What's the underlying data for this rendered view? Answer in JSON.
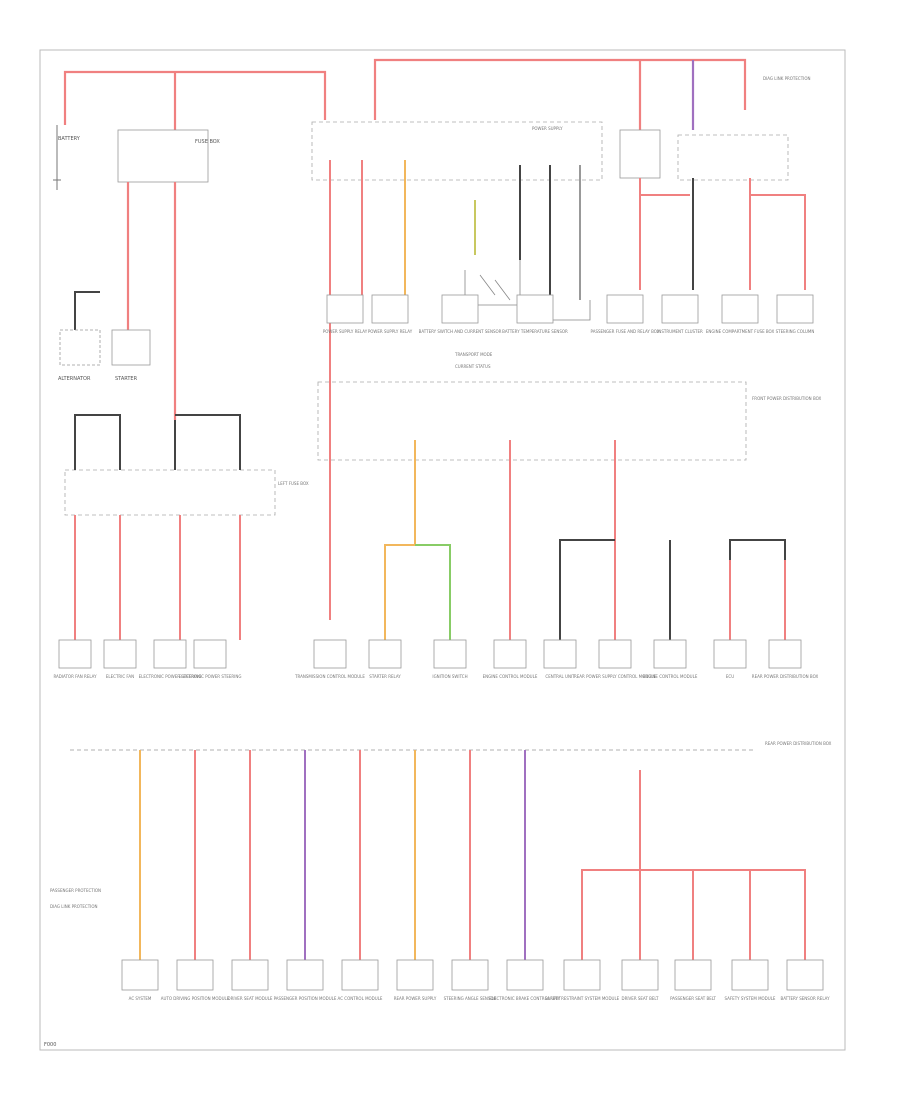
{
  "diagram": {
    "footer_code": "F000",
    "colors": {
      "red": "#f08080",
      "dark": "#444444",
      "orange": "#f2b75c",
      "purple": "#a070c0",
      "green": "#88cc66",
      "grey": "#999999"
    },
    "top": {
      "battery_label": "BATTERY",
      "fuse_box_label": "FUSE BOX",
      "alternator_label": "ALTERNATOR",
      "starter_label": "STARTER",
      "power_bus_label": "POWER SUPPLY",
      "right_note": "DIAG LINK PROTECTION"
    },
    "upper_components": [
      {
        "label": "POWER SUPPLY RELAY"
      },
      {
        "label": "POWER SUPPLY RELAY"
      },
      {
        "label": "BATTERY SWITCH AND CURRENT SENSOR"
      },
      {
        "label": "BATTERY TEMPERATURE SENSOR"
      },
      {
        "label": "PASSENGER FUSE AND RELAY BOX"
      },
      {
        "label": "INSTRUMENT CLUSTER"
      },
      {
        "label": "ENGINE COMPARTMENT FUSE BOX"
      },
      {
        "label": "STEERING COLUMN"
      }
    ],
    "legend_upper": [
      "TRANSPORT MODE",
      "CURRENT STATUS"
    ],
    "middle_bus_label": "FRONT POWER DISTRIBUTION BOX",
    "left_fuse_box_label": "LEFT FUSE BOX",
    "middle_components": [
      {
        "label": "RADIATOR FAN RELAY"
      },
      {
        "label": "ELECTRIC FAN"
      },
      {
        "label": "ELECTRONIC POWER STEERING"
      },
      {
        "label": "ELECTRONIC POWER STEERING"
      },
      {
        "label": "TRANSMISSION CONTROL MODULE"
      },
      {
        "label": "STARTER RELAY"
      },
      {
        "label": "IGNITION SWITCH"
      },
      {
        "label": "ENGINE CONTROL MODULE"
      },
      {
        "label": "CENTRAL UNIT"
      },
      {
        "label": "REAR POWER SUPPLY CONTROL MODULE"
      },
      {
        "label": "ENGINE CONTROL MODULE"
      },
      {
        "label": "ECU"
      },
      {
        "label": "REAR POWER DISTRIBUTION BOX"
      }
    ],
    "bottom_bus_label": "REAR POWER DISTRIBUTION BOX",
    "bottom_notes": [
      "PASSENGER PROTECTION",
      "DIAG LINK PROTECTION"
    ],
    "bottom_components": [
      {
        "label": "AC SYSTEM"
      },
      {
        "label": "AUTO DRIVING POSITION MODULE"
      },
      {
        "label": "DRIVER SEAT MODULE"
      },
      {
        "label": "PASSENGER POSITION MODULE"
      },
      {
        "label": "AC CONTROL MODULE"
      },
      {
        "label": "REAR POWER SUPPLY"
      },
      {
        "label": "STEERING ANGLE SENSOR"
      },
      {
        "label": "ELECTRONIC BRAKE CONTROL UNIT"
      },
      {
        "label": "SAFETY RESTRAINT SYSTEM MODULE"
      },
      {
        "label": "DRIVER SEAT BELT"
      },
      {
        "label": "PASSENGER SEAT BELT"
      },
      {
        "label": "SAFETY SYSTEM MODULE"
      },
      {
        "label": "BATTERY SENSOR RELAY"
      }
    ]
  }
}
